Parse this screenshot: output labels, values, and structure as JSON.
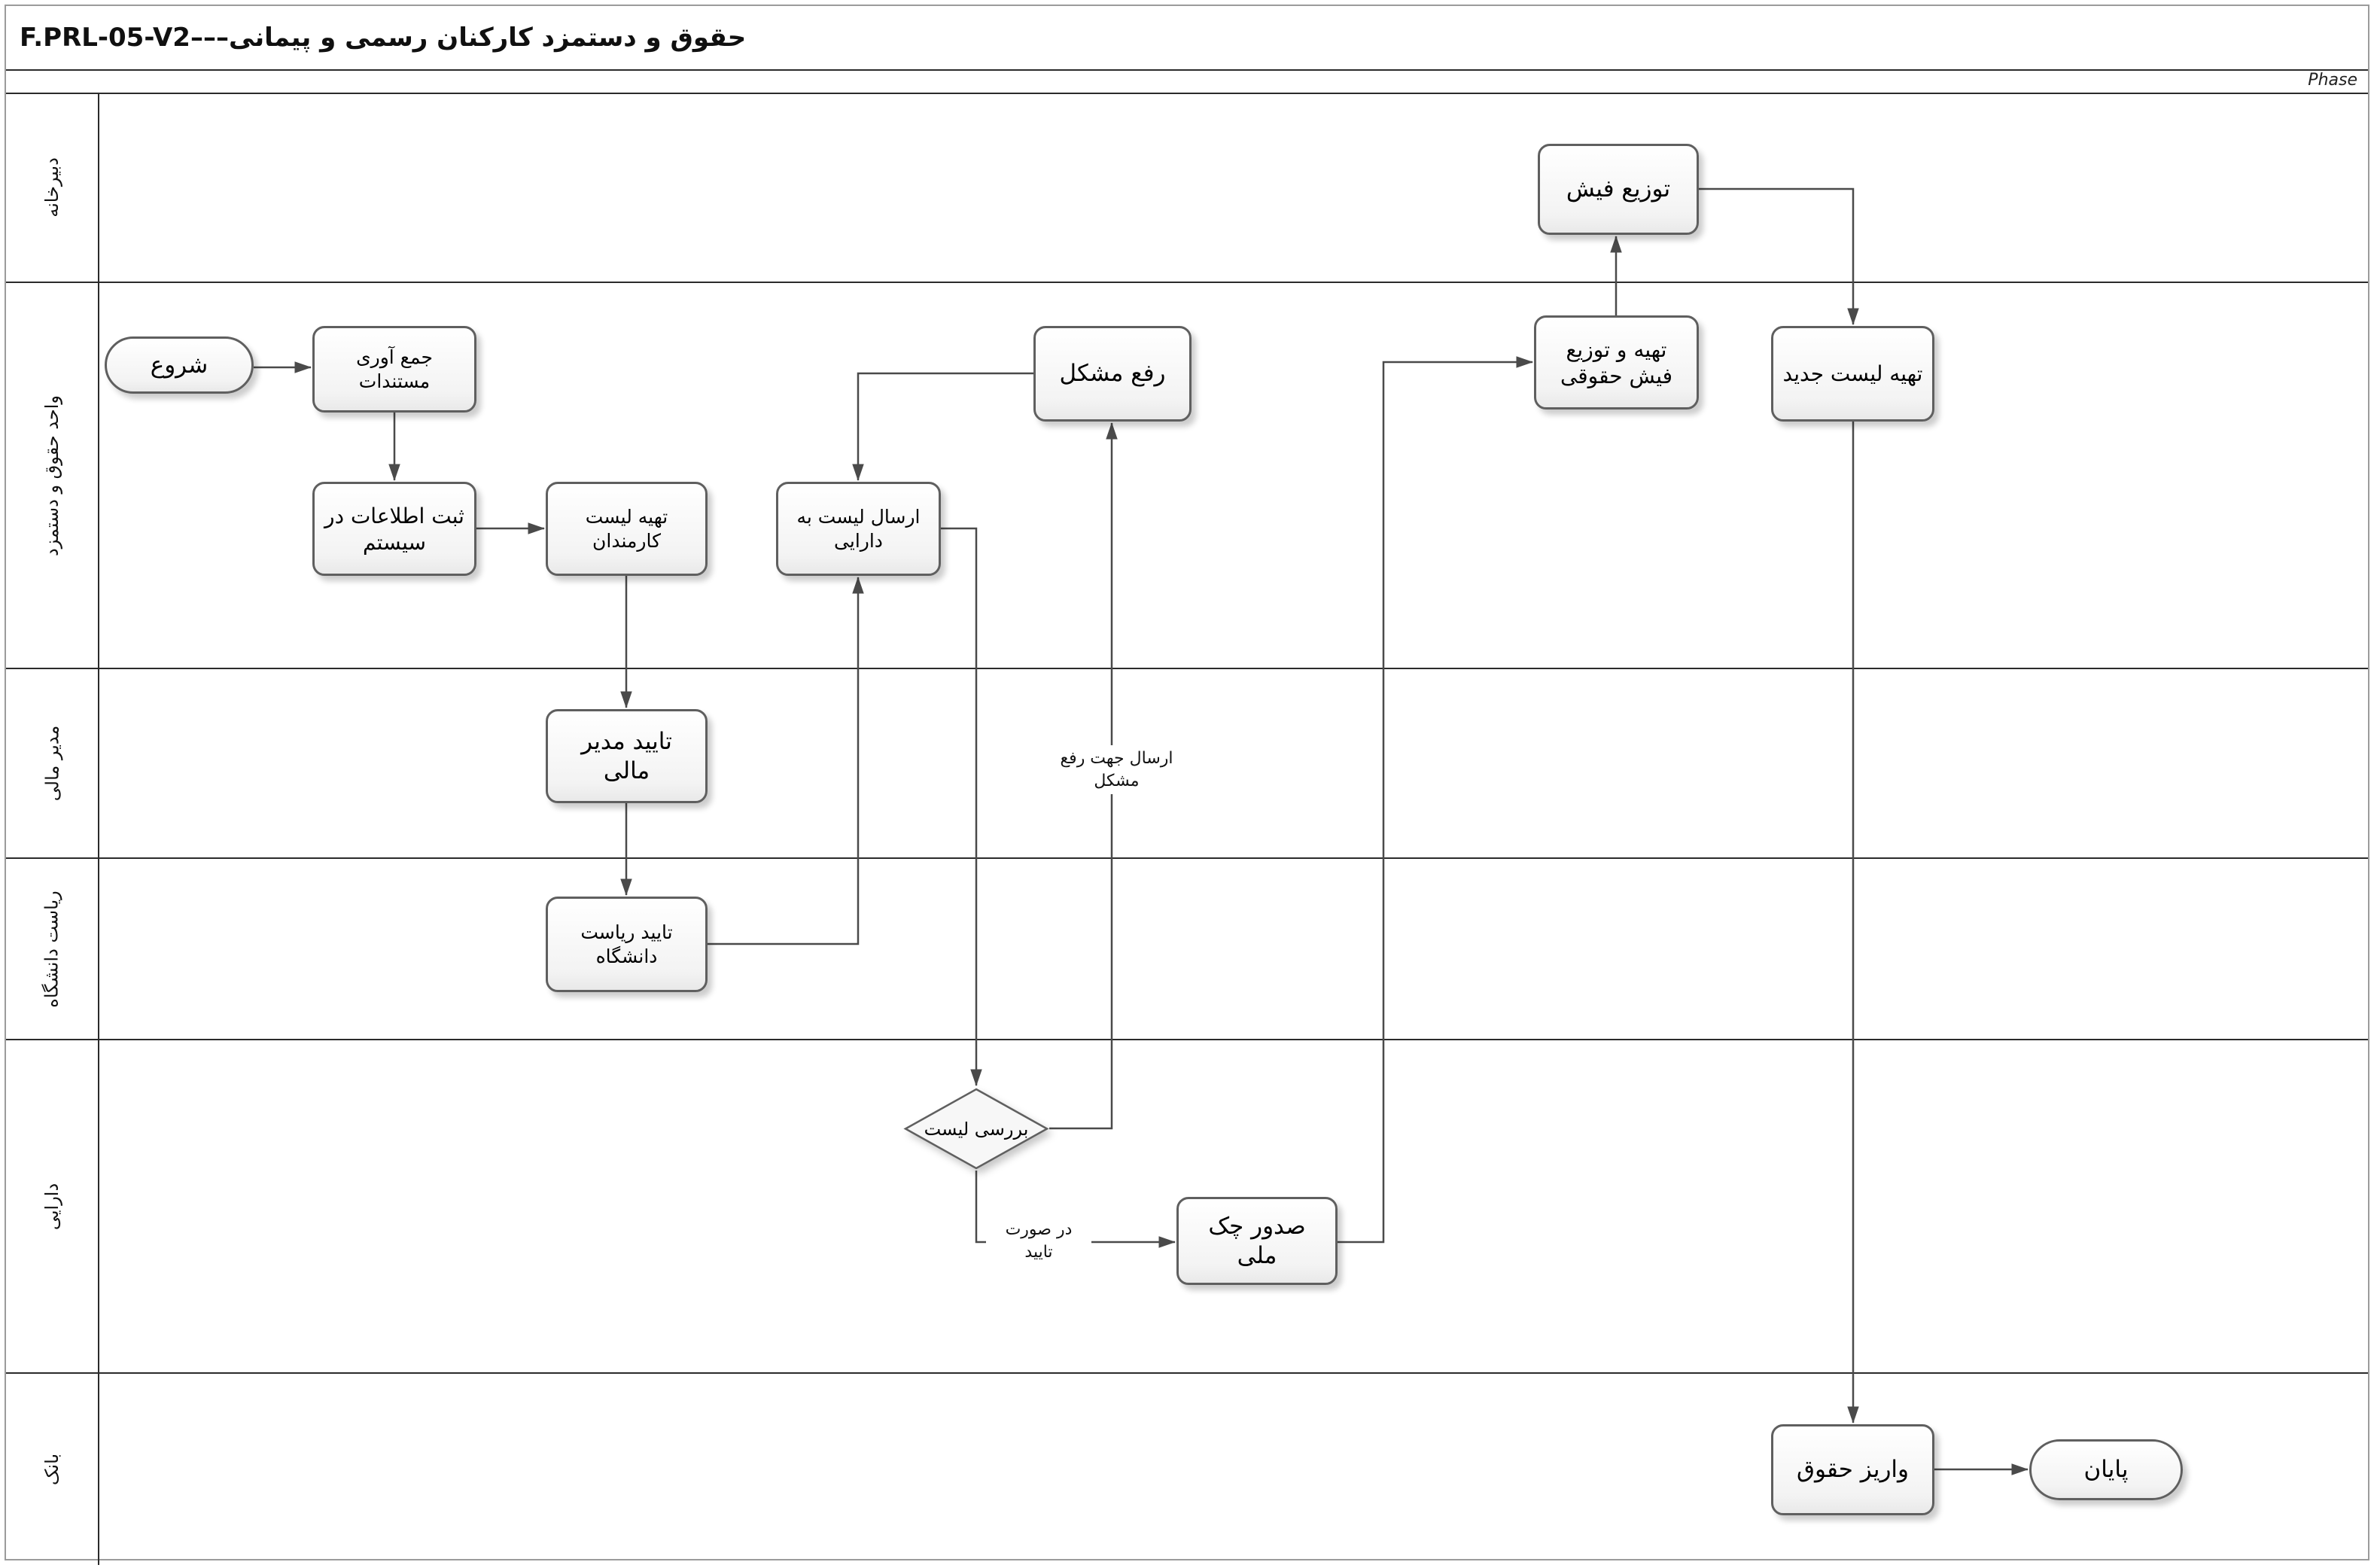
{
  "title": "حقوق و دستمزد کارکنان رسمی و پیمانی–––F.PRL-05-V2",
  "phase_label": "Phase",
  "lanes": {
    "secretariat": "دبیرخانه",
    "payroll_unit": "واحد حقوق و دستمزد",
    "finance_manager": "مدیر مالی",
    "university_presidency": "ریاست دانشگاه",
    "treasury": "دارایی",
    "bank": "بانک"
  },
  "nodes": {
    "start": "شروع",
    "collect_documents": "جمع آوری مستندات",
    "record_info_in_system": "ثبت اطلاعات در سیستم",
    "prepare_employee_list": "تهیه لیست کارمندان",
    "send_list_to_treasury": "ارسال لیست به دارایی",
    "resolve_problem": "رفع مشکل",
    "prepare_distribute_payslip": "تهیه و توزیع فیش حقوقی",
    "distribute_payslip": "توزیع فیش",
    "prepare_new_list": "تهیه لیست جدید",
    "finance_manager_approval": "تایید مدیر مالی",
    "presidency_approval": "تایید ریاست دانشگاه",
    "review_list": "بررسی لیست",
    "issue_national_check": "صدور چک ملی",
    "deposit_salary": "واریز حقوق",
    "end": "پایان"
  },
  "edge_labels": {
    "send_for_problem_resolution": "ارسال جهت رفع مشکل",
    "if_approved": "در صورت تایید"
  },
  "edges": [
    {
      "from": "start",
      "to": "collect_documents"
    },
    {
      "from": "collect_documents",
      "to": "record_info_in_system"
    },
    {
      "from": "record_info_in_system",
      "to": "prepare_employee_list"
    },
    {
      "from": "prepare_employee_list",
      "to": "finance_manager_approval"
    },
    {
      "from": "finance_manager_approval",
      "to": "presidency_approval"
    },
    {
      "from": "presidency_approval",
      "to": "send_list_to_treasury"
    },
    {
      "from": "send_list_to_treasury",
      "to": "review_list"
    },
    {
      "from": "review_list",
      "to": "resolve_problem",
      "label": "ارسال جهت رفع مشکل"
    },
    {
      "from": "resolve_problem",
      "to": "send_list_to_treasury"
    },
    {
      "from": "review_list",
      "to": "issue_national_check",
      "label": "در صورت تایید"
    },
    {
      "from": "issue_national_check",
      "to": "prepare_distribute_payslip"
    },
    {
      "from": "prepare_distribute_payslip",
      "to": "distribute_payslip"
    },
    {
      "from": "distribute_payslip",
      "to": "prepare_new_list"
    },
    {
      "from": "prepare_new_list",
      "to": "deposit_salary"
    },
    {
      "from": "deposit_salary",
      "to": "end"
    }
  ],
  "colors": {
    "connector": "#4a4a4a",
    "shape_border": "#5f5f5f",
    "lane_border": "#2b2b2b",
    "outer_border": "#9b9b9b",
    "shape_fill_top": "#ffffff",
    "shape_fill_bottom": "#e9e9e9"
  }
}
